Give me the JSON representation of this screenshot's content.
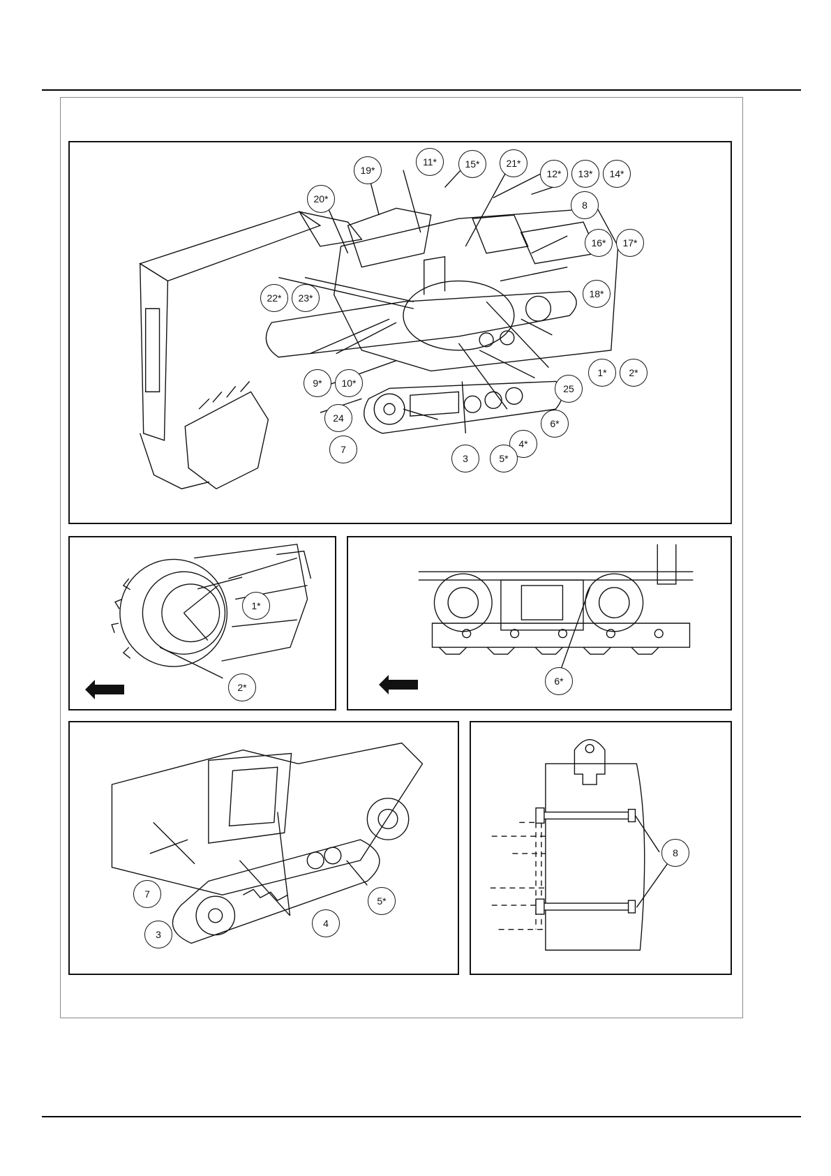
{
  "colors": {
    "ink": "#111111",
    "frame": "#888888"
  },
  "icons": {
    "direction_arrow": "left-arrow-icon"
  },
  "panels": {
    "overview": {
      "callouts": [
        "19*",
        "11*",
        "15*",
        "21*",
        "12*",
        "13*",
        "14*",
        "20*",
        "8",
        "16*",
        "17*",
        "22*",
        "23*",
        "18*",
        "1*",
        "2*",
        "9*",
        "10*",
        "25",
        "24",
        "6*",
        "4*",
        "7",
        "3",
        "5*"
      ]
    },
    "final_drive": {
      "callouts": [
        "1*",
        "2*"
      ]
    },
    "track_rollers": {
      "callouts": [
        "6*"
      ]
    },
    "track_tension": {
      "callouts": [
        "7",
        "3",
        "4",
        "5*"
      ]
    },
    "counterweight": {
      "callouts": [
        "8"
      ]
    }
  }
}
